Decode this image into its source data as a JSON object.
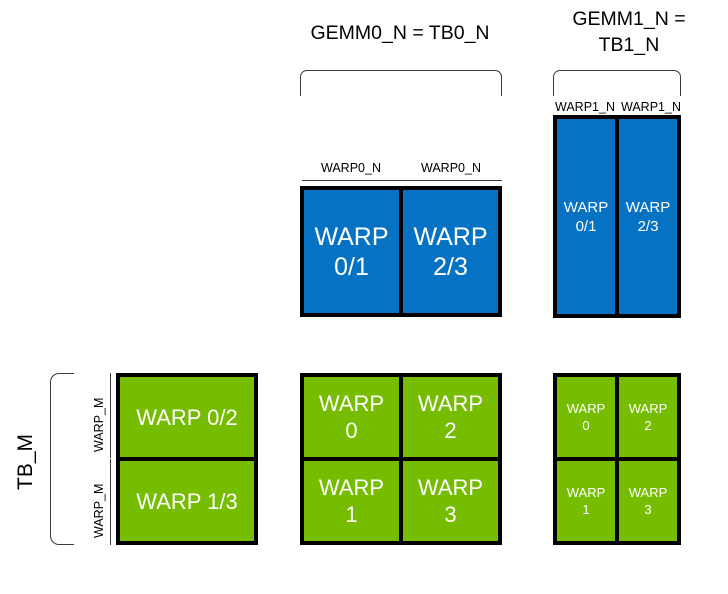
{
  "diagram": {
    "title_gemm0": "GEMM0_N = TB0_N",
    "title_gemm1": "GEMM1_N =\nTB1_N",
    "tb_m_label": "TB_M",
    "captions": {
      "warp0_n_left": "WARP0_N",
      "warp0_n_right": "WARP0_N",
      "warp1_n_left": "WARP1_N",
      "warp1_n_right": "WARP1_N",
      "warp_m_top": "WARP_M",
      "warp_m_bottom": "WARP_M"
    },
    "colors": {
      "blue": "#0672C4",
      "green": "#76BC00",
      "border": "#000000",
      "bracket": "#3b3b3b",
      "text_on_fill": "#ffffff",
      "background": "#ffffff"
    },
    "blue_gemm0": {
      "cells": [
        {
          "label": "WARP\n0/1"
        },
        {
          "label": "WARP\n2/3"
        }
      ]
    },
    "blue_gemm1": {
      "cells": [
        {
          "label": "WARP\n0/1"
        },
        {
          "label": "WARP\n2/3"
        }
      ]
    },
    "green_left": {
      "cells": [
        {
          "label": "WARP 0/2"
        },
        {
          "label": "WARP 1/3"
        }
      ]
    },
    "green_middle": {
      "cells": [
        {
          "label": "WARP\n0"
        },
        {
          "label": "WARP\n2"
        },
        {
          "label": "WARP\n1"
        },
        {
          "label": "WARP\n3"
        }
      ]
    },
    "green_right": {
      "cells": [
        {
          "label": "WARP\n0"
        },
        {
          "label": "WARP\n2"
        },
        {
          "label": "WARP\n1"
        },
        {
          "label": "WARP\n3"
        }
      ]
    }
  }
}
